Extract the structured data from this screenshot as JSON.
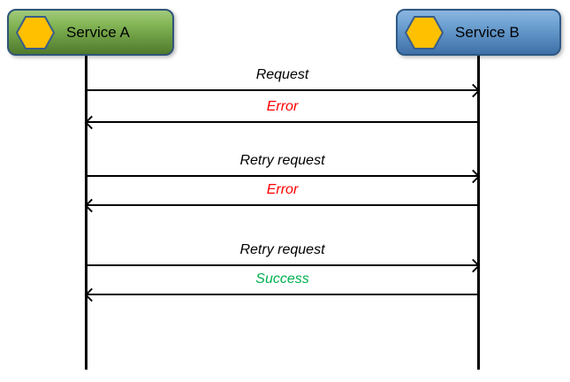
{
  "diagram": {
    "type": "sequence-diagram",
    "background": "#ffffff"
  },
  "actors": [
    {
      "name": "Service A",
      "icon": "hexagon-icon",
      "fill_top": "#85b757",
      "fill_bottom": "#4f7a2c",
      "border": "#2f5579",
      "icon_fill": "#ffc000",
      "icon_border": "#385d8a"
    },
    {
      "name": "Service B",
      "icon": "hexagon-icon",
      "fill_top": "#6fa3d4",
      "fill_bottom": "#3f70a8",
      "border": "#2e5984",
      "icon_fill": "#ffc000",
      "icon_border": "#385d8a"
    }
  ],
  "messages": [
    {
      "label": "Request",
      "from": "Service A",
      "to": "Service B",
      "direction": "right",
      "color": "#000000"
    },
    {
      "label": "Error",
      "from": "Service B",
      "to": "Service A",
      "direction": "left",
      "color": "#ff0000"
    },
    {
      "label": "Retry request",
      "from": "Service A",
      "to": "Service B",
      "direction": "right",
      "color": "#000000"
    },
    {
      "label": "Error",
      "from": "Service B",
      "to": "Service A",
      "direction": "left",
      "color": "#ff0000"
    },
    {
      "label": "Retry request",
      "from": "Service A",
      "to": "Service B",
      "direction": "right",
      "color": "#000000"
    },
    {
      "label": "Success",
      "from": "Service B",
      "to": "Service A",
      "direction": "left",
      "color": "#00b050"
    }
  ],
  "palette": {
    "line": "#000000",
    "error_text": "#ff0000",
    "success_text": "#00b050",
    "hexagon_fill": "#ffc000",
    "hexagon_border": "#385d8a"
  }
}
